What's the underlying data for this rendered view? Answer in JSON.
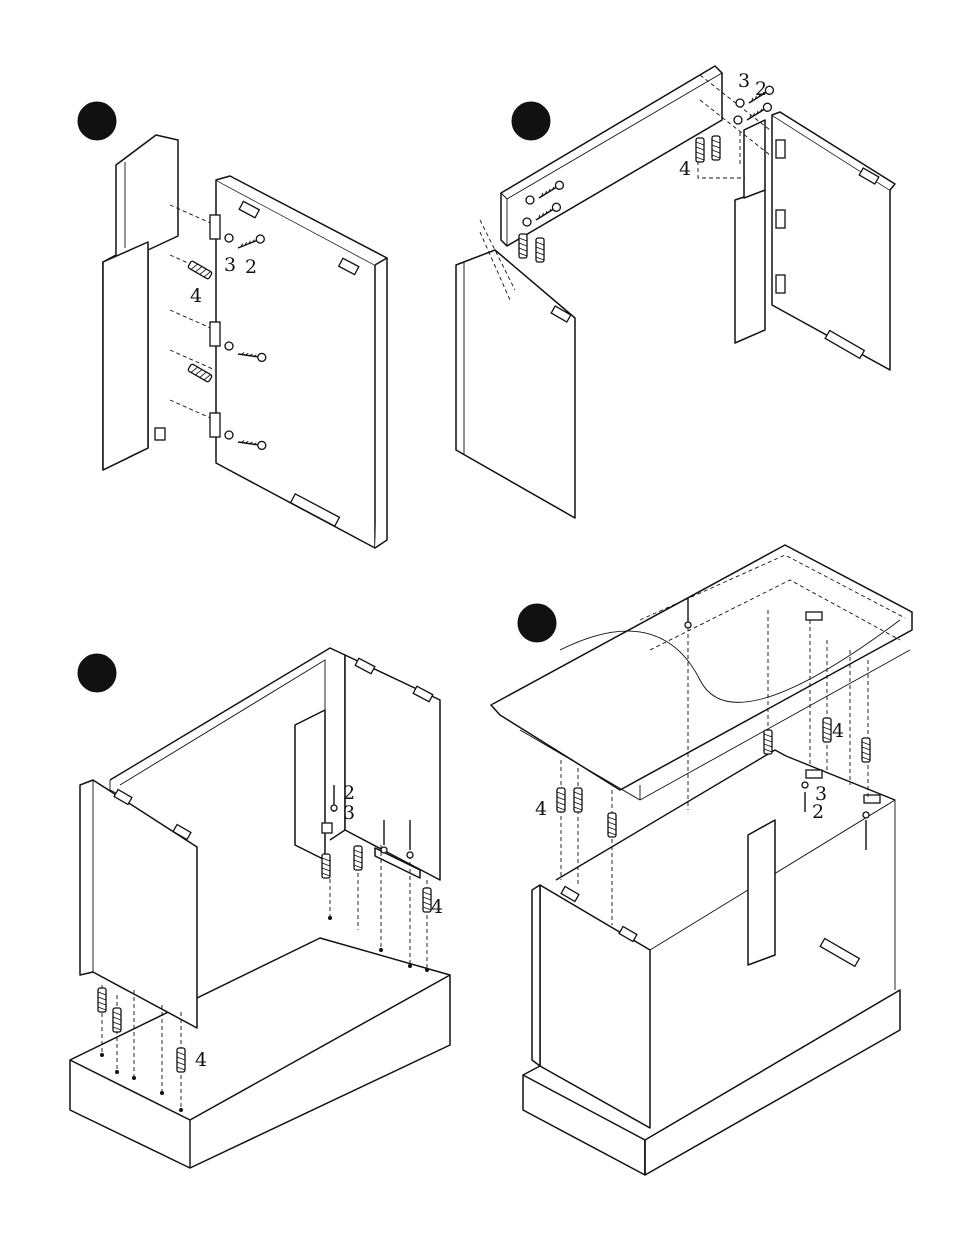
{
  "steps": [
    {
      "id": "step-1",
      "labels": {
        "a": "3",
        "b": "2",
        "c": "4"
      }
    },
    {
      "id": "step-2",
      "labels": {
        "a": "3",
        "b": "2",
        "c": "4"
      }
    },
    {
      "id": "step-3",
      "labels": {
        "a": "2",
        "b": "3",
        "c": "4",
        "d": "4"
      }
    },
    {
      "id": "step-4",
      "labels": {
        "a": "4",
        "b": "4",
        "c": "3",
        "d": "2"
      }
    }
  ]
}
